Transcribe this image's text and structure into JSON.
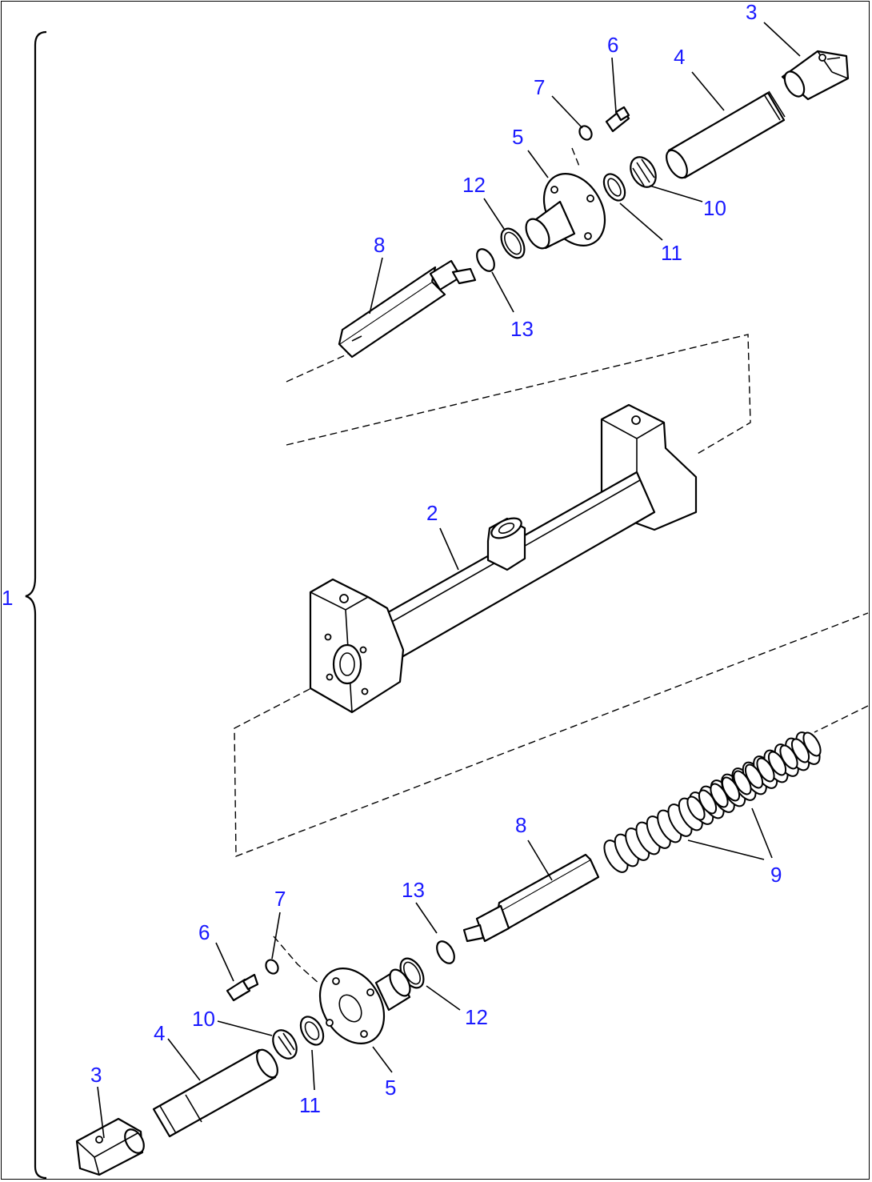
{
  "colors": {
    "label": "#1a1aff",
    "line": "#000000",
    "background": "#ffffff"
  },
  "labels": {
    "assembly": "1",
    "housing": "2",
    "top_clevis": "3",
    "top_rod": "4",
    "top_flange": "5",
    "top_bolt": "6",
    "top_washer": "7",
    "top_shaft": "8",
    "top_nut": "10",
    "top_lockring": "11",
    "top_oring": "12",
    "top_backup": "13",
    "spring": "9",
    "bot_clevis": "3",
    "bot_rod": "4",
    "bot_flange": "5",
    "bot_bolt": "6",
    "bot_washer": "7",
    "bot_shaft": "8",
    "bot_nut": "10",
    "bot_lockring": "11",
    "bot_oring": "12",
    "bot_backup": "13"
  }
}
